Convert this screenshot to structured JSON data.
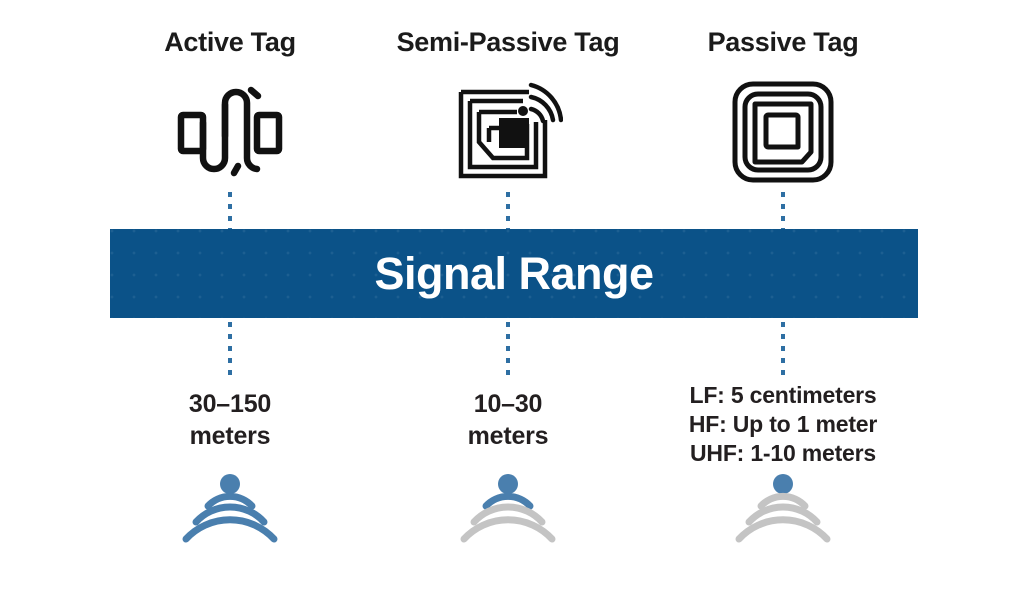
{
  "banner": {
    "title": "Signal Range",
    "bg_color": "#0b5288",
    "text_color": "#ffffff"
  },
  "palette": {
    "blue": "#4a7fae",
    "gray": "#c4c4c4",
    "dotted_line": "#2e6fa3",
    "icon_black": "#111111",
    "text": "#231f20"
  },
  "columns": [
    {
      "id": "active",
      "heading": "Active Tag",
      "tag_icon": "active-waveform-icon",
      "range_lines": [
        "30–150",
        "meters"
      ],
      "wave_icon": "signal-waves-icon",
      "wave_active_count": 4,
      "wave_total_count": 4
    },
    {
      "id": "semi-passive",
      "heading": "Semi-Passive Tag",
      "tag_icon": "rfid-tag-antenna-icon",
      "range_lines": [
        "10–30",
        "meters"
      ],
      "wave_icon": "signal-waves-icon",
      "wave_active_count": 2,
      "wave_total_count": 4
    },
    {
      "id": "passive",
      "heading": "Passive Tag",
      "tag_icon": "rfid-coil-spiral-icon",
      "range_lines": [
        "LF: 5 centimeters",
        "HF: Up to 1 meter",
        "UHF: 1-10 meters"
      ],
      "wave_icon": "signal-waves-icon",
      "wave_active_count": 1,
      "wave_total_count": 4
    }
  ]
}
